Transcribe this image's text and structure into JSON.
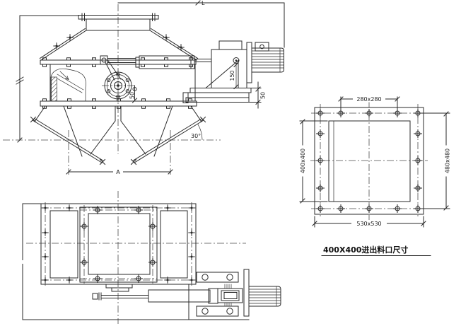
{
  "side_view": {
    "dim_length_label": "L",
    "dim_bracket_height": "150",
    "dim_base_height": "50",
    "dim_hub_offset": "50",
    "dim_chute_angle": "30°",
    "dim_outlet_span": "A"
  },
  "flange_detail": {
    "dim_inner_bolts": "280x280",
    "dim_opening": "400x400",
    "dim_outer_bolts": "480x480",
    "dim_flange_size": "530x530",
    "caption": "400X400进出料口尺寸"
  },
  "colors": {
    "line": "#2a2a2a",
    "background": "#ffffff"
  }
}
